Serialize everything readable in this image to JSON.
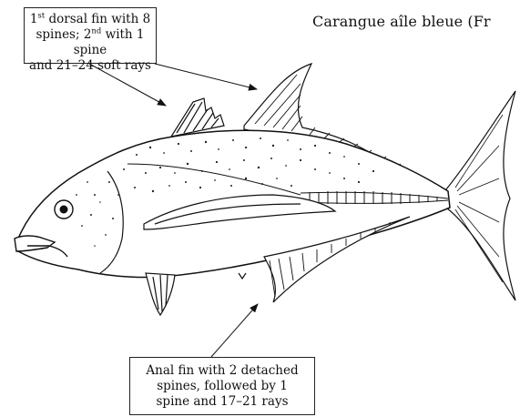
{
  "common_name": "Carangue aîle bleue (Fr",
  "dorsal_label": {
    "line1_pre": "1",
    "line1_sup": "st",
    "line1_post": " dorsal fin with 8",
    "line2_pre": "spines; 2",
    "line2_sup": "nd",
    "line2_post": " with 1 spine",
    "line3": "and 21–24 soft rays"
  },
  "anal_label": {
    "line1": "Anal fin with 2 detached",
    "line2": "spines, followed by 1",
    "line3": "spine and 17–21 rays"
  },
  "colors": {
    "line": "#111111",
    "background": "#ffffff"
  }
}
